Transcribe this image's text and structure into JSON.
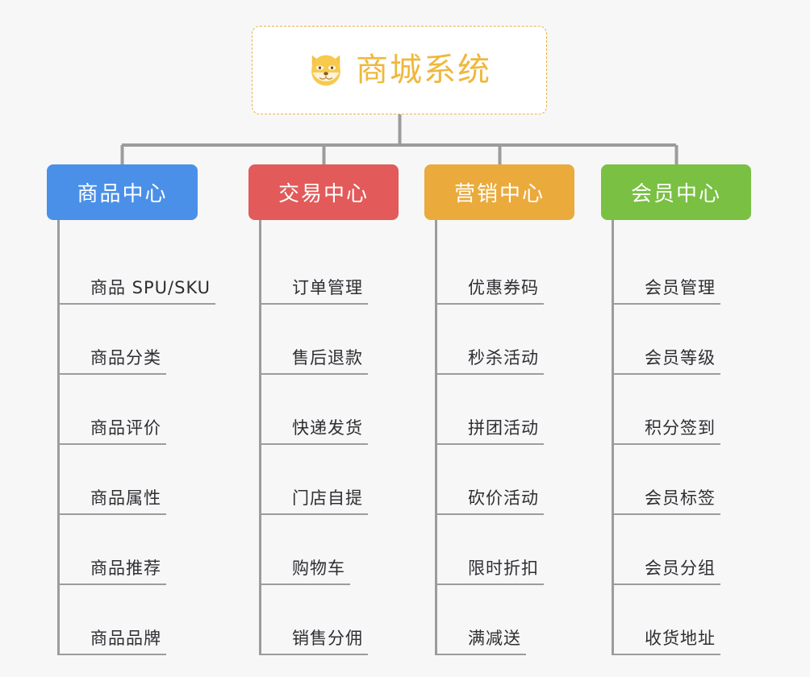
{
  "page": {
    "background_color": "#f7f7f7",
    "line_color": "#9c9c9c",
    "leaf_text_color": "#2e2e33"
  },
  "root": {
    "title": "商城系统",
    "icon": "dog-face-icon",
    "text_color": "#efb83c",
    "border_color": "#e8b04b",
    "fill_color": "#ffffff"
  },
  "columns": [
    {
      "id": "product-center",
      "label": "商品中心",
      "color": "#4a90e8",
      "items": [
        {
          "label": "商品 SPU/SKU"
        },
        {
          "label": "商品分类"
        },
        {
          "label": "商品评价"
        },
        {
          "label": "商品属性"
        },
        {
          "label": "商品推荐"
        },
        {
          "label": "商品品牌"
        }
      ]
    },
    {
      "id": "trade-center",
      "label": "交易中心",
      "color": "#e25a5a",
      "items": [
        {
          "label": "订单管理"
        },
        {
          "label": "售后退款"
        },
        {
          "label": "快递发货"
        },
        {
          "label": "门店自提"
        },
        {
          "label": "购物车"
        },
        {
          "label": "销售分佣"
        }
      ]
    },
    {
      "id": "marketing-center",
      "label": "营销中心",
      "color": "#eaaa3c",
      "items": [
        {
          "label": "优惠券码"
        },
        {
          "label": "秒杀活动"
        },
        {
          "label": "拼团活动"
        },
        {
          "label": "砍价活动"
        },
        {
          "label": "限时折扣"
        },
        {
          "label": "满减送"
        }
      ]
    },
    {
      "id": "member-center",
      "label": "会员中心",
      "color": "#79c043",
      "items": [
        {
          "label": "会员管理"
        },
        {
          "label": "会员等级"
        },
        {
          "label": "积分签到"
        },
        {
          "label": "会员标签"
        },
        {
          "label": "会员分组"
        },
        {
          "label": "收货地址"
        }
      ]
    }
  ]
}
